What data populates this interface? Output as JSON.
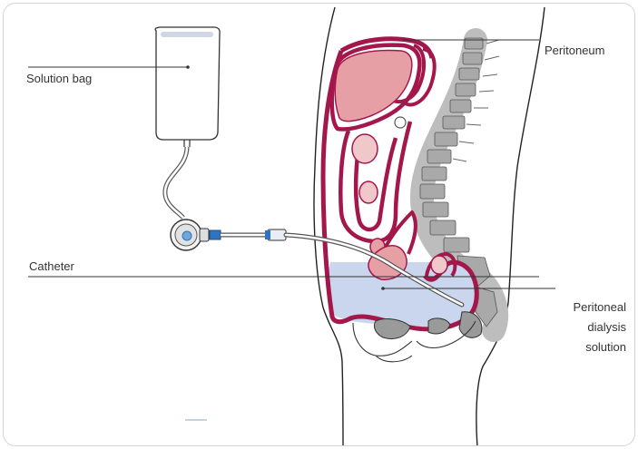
{
  "labels": {
    "solution_bag": "Solution bag",
    "catheter": "Catheter",
    "peritoneum": "Peritoneum",
    "dialysis_line1": "Peritoneal",
    "dialysis_line2": "dialysis",
    "dialysis_line3": "solution"
  },
  "colors": {
    "peritoneum": "#a3174a",
    "organ_fill": "#e6a0a5",
    "organ_fill_light": "#f1c8ca",
    "solution": "#c9d6ee",
    "spine": "#9a9a9a",
    "connector": "#2f74c0",
    "outline": "#222222"
  }
}
